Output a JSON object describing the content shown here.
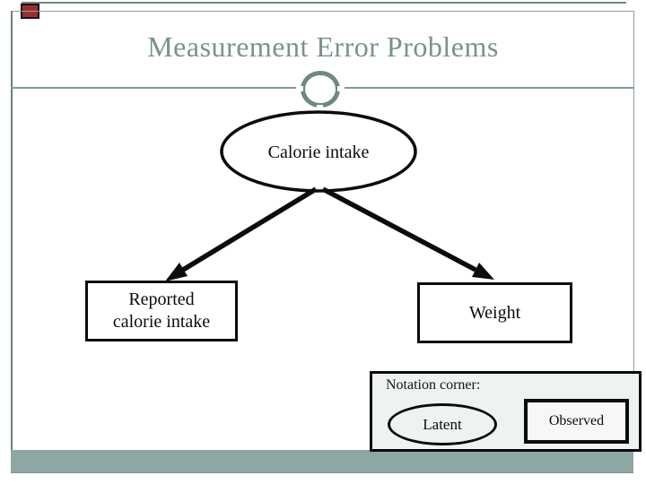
{
  "slide": {
    "title": "Measurement Error Problems",
    "diagram": {
      "top_node_label": "Calorie intake",
      "left_node_label": "Reported\ncalorie intake",
      "right_node_label": "Weight"
    },
    "notation_corner": {
      "heading": "Notation corner:",
      "latent_label": "Latent",
      "observed_label": "Observed"
    },
    "colors": {
      "accent_slate": "#6E8884",
      "title_text": "#7A9191",
      "bottom_bar_fill": "#8CA7A4",
      "notation_panel_fill": "#EEF2F2",
      "accent_red_square": "#9C2E30",
      "diagram_ink": "#0C0C0C"
    }
  }
}
